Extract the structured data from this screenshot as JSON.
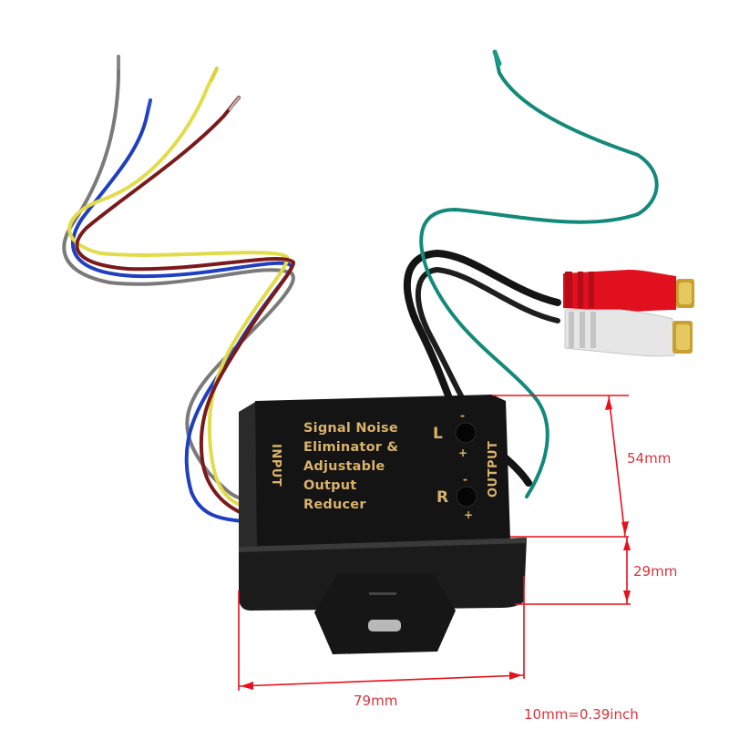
{
  "product": {
    "title_lines": [
      "Signal Noise",
      "Eliminator &",
      "Adjustable",
      "Output",
      "Reducer"
    ],
    "input_label": "INPUT",
    "output_label": "OUTPUT",
    "channels": [
      {
        "letter": "L",
        "minus": "-",
        "plus": "+"
      },
      {
        "letter": "R",
        "minus": "-",
        "plus": "+"
      }
    ],
    "wire_colors": {
      "gray": "#7a7a7a",
      "blue": "#1f3fbf",
      "yellow": "#e2dc4a",
      "brown": "#7a1a1a",
      "green": "#13897a",
      "black": "#141414"
    },
    "connectors": [
      {
        "name": "red-rca",
        "color": "#e0101e"
      },
      {
        "name": "white-rca",
        "color": "#e6e6e6"
      }
    ],
    "body_color": "#141414",
    "label_color": "#d9b36a"
  },
  "dimensions": {
    "height_top": "54mm",
    "height_base": "29mm",
    "width": "79mm",
    "conversion": "10mm=0.39inch",
    "line_color": "#e8101c",
    "text_color": "#d8343c"
  }
}
